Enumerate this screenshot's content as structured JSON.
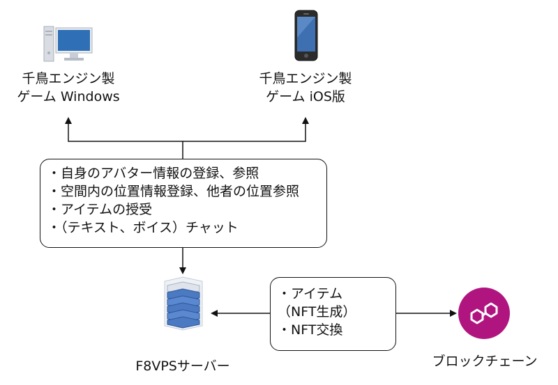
{
  "nodes": {
    "windows_client": {
      "label_line1": "千鳥エンジン製",
      "label_line2": "ゲーム Windows",
      "icon": "desktop-pc-icon"
    },
    "ios_client": {
      "label_line1": "千鳥エンジン製",
      "label_line2": "ゲーム iOS版",
      "icon": "smartphone-icon"
    },
    "server": {
      "label": "F8VPSサーバー",
      "icon": "server-rack-icon"
    },
    "blockchain": {
      "label": "ブロックチェーン",
      "icon": "blockchain-icon",
      "color": "#b0157f"
    }
  },
  "client_features": {
    "items": [
      "・自身のアバター情報の登録、参照",
      "・空間内の位置情報登録、他者の位置参照",
      "・アイテムの授受",
      "・（テキスト、ボイス）チャット"
    ]
  },
  "blockchain_features": {
    "items": [
      "・アイテム",
      "（NFT生成）",
      "・NFT交換"
    ]
  }
}
